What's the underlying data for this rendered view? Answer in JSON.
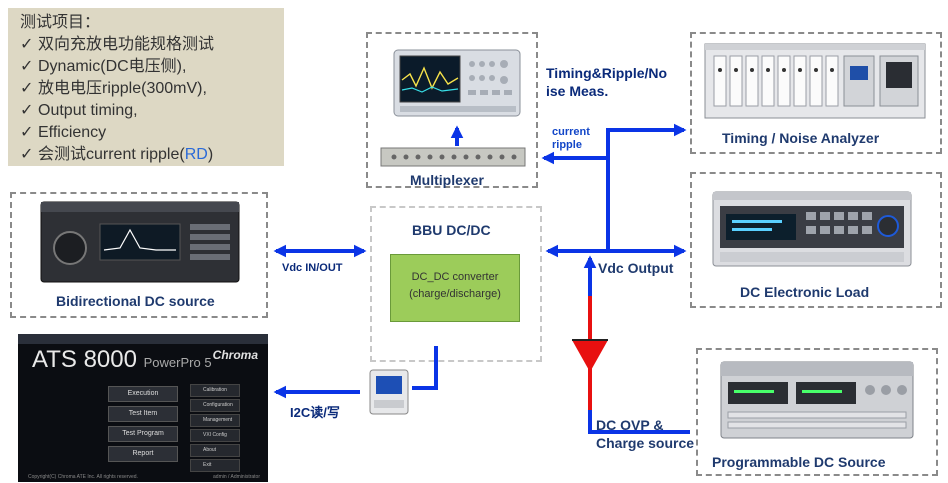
{
  "test_items": {
    "header": "测试项目：",
    "items": [
      "双向充放电功能规格测试",
      "Dynamic(DC电压侧),",
      "放电电压ripple(300mV),",
      "Output timing,",
      "Efficiency"
    ],
    "last_item_prefix": "会测试current ripple(",
    "last_item_highlight": "RD",
    "last_item_suffix": ")",
    "check_mark": "✓"
  },
  "nodes": {
    "multiplexer": "Multiplexer",
    "timing_ripple_line1": "Timing&Ripple/No",
    "timing_ripple_line2": "ise Meas.",
    "current_ripple_line1": "current",
    "current_ripple_line2": "ripple",
    "timing_noise_analyzer": "Timing / Noise Analyzer",
    "bbu": "BBU DC/DC",
    "converter_line1": "DC_DC converter",
    "converter_line2": "(charge/discharge)",
    "bidirectional_source": "Bidirectional DC source",
    "vdc_in_out": "Vdc IN/OUT",
    "vdc_output": "Vdc Output",
    "dc_load": "DC Electronic Load",
    "i2c": "I2C读/写",
    "ovp_line1": "DC OVP &",
    "ovp_line2": "Charge source",
    "programmable_source": "Programmable DC Source"
  },
  "ats": {
    "title": "ATS 8000",
    "subtitle": "PowerPro 5",
    "brand": "Chroma",
    "menu": [
      "Execution",
      "Test Item",
      "Test Program",
      "Report"
    ],
    "side_menu": [
      "Calibration",
      "Configuration",
      "Management",
      "VXI Config",
      "About",
      "Exit"
    ],
    "footer_left": "Copyright(C) Chroma ATE Inc. All rights reserved.",
    "footer_right": "admin / Administrator"
  },
  "colors": {
    "line": "#0a34e6",
    "red_line": "#e81010",
    "panel_bg": "#ddd8c4",
    "converter_bg": "#9ccc5a",
    "label": "#1f3a6e"
  }
}
